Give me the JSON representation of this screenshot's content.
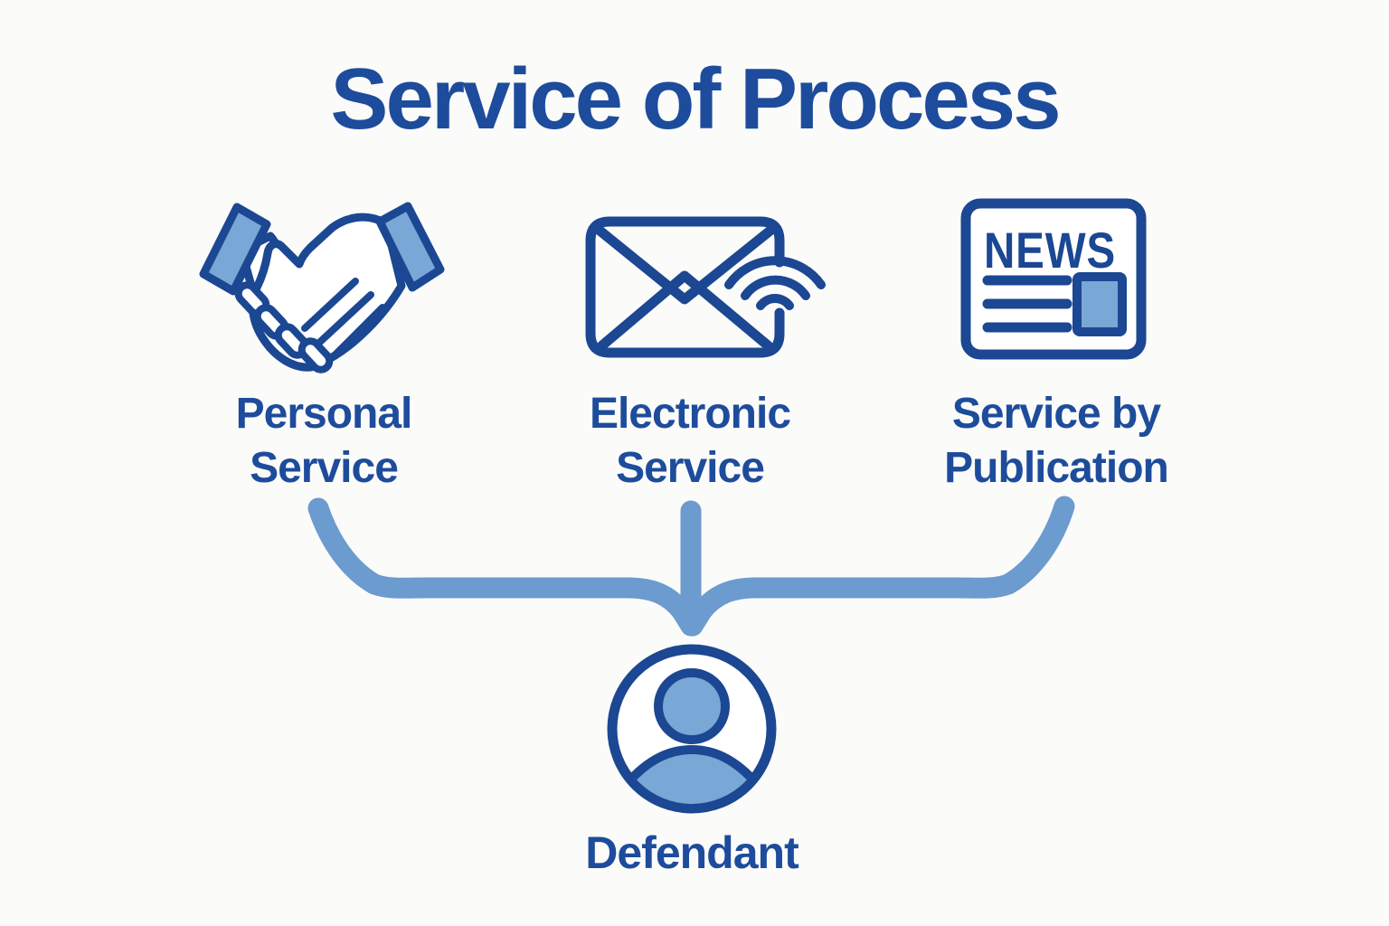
{
  "title": "Service of Process",
  "methods": [
    {
      "name": "personal-service",
      "icon": "handshake-icon",
      "lines": [
        "Personal",
        "Service"
      ]
    },
    {
      "name": "electronic-service",
      "icon": "envelope-wireless-icon",
      "lines": [
        "Electronic",
        "Service"
      ]
    },
    {
      "name": "service-by-publication",
      "icon": "newspaper-icon",
      "lines": [
        "Service by",
        "Publication"
      ]
    }
  ],
  "newspaper_headline": "NEWS",
  "defendant": {
    "label": "Defendant",
    "icon": "person-icon"
  },
  "colors": {
    "dark_blue_text": "#1e4c9c",
    "icon_outline_navy": "#1b4793",
    "light_blue_fill": "#79a7d6",
    "connector_blue": "#6b9bcf",
    "background": "#fbfbf9"
  }
}
